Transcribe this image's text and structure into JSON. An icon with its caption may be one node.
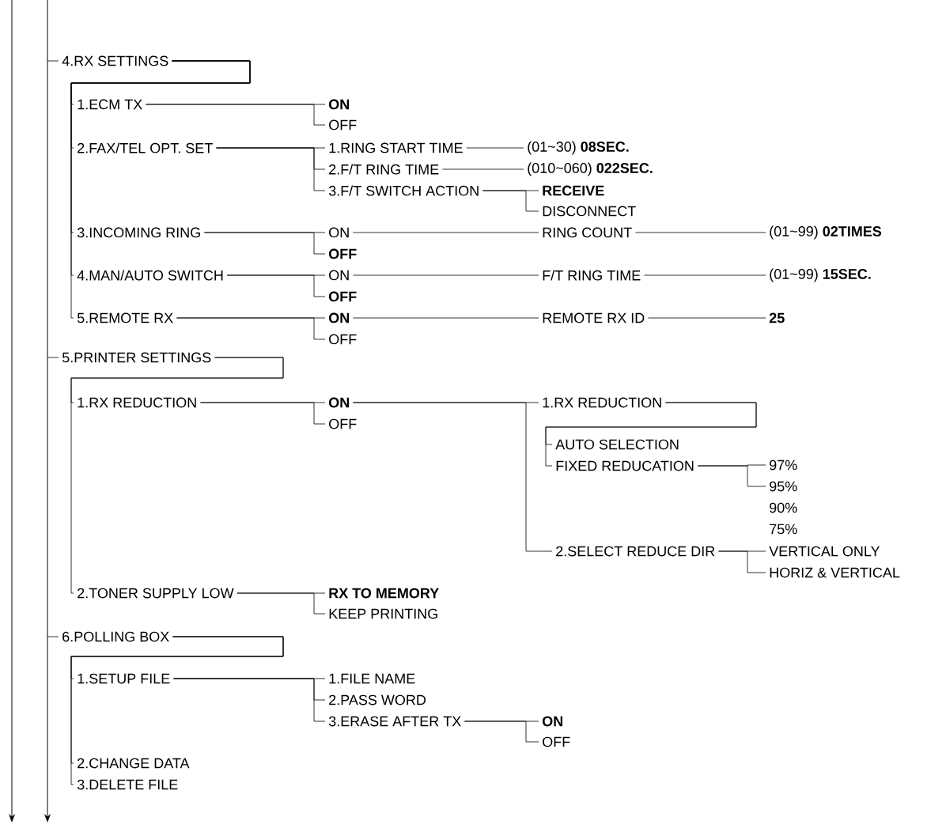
{
  "diagram": {
    "nodes": [
      {
        "text": [
          "4.RX SETTINGS"
        ]
      },
      {
        "text": [
          "1.ECM TX"
        ]
      },
      {
        "text": [
          "ON"
        ]
      },
      {
        "text": [
          "OFF"
        ]
      },
      {
        "text": [
          "2.FAX/TEL OPT. SET"
        ]
      },
      {
        "text": [
          "1.RING START TIME"
        ]
      },
      {
        "text": [
          "(01~30) **08SEC.**"
        ]
      },
      {
        "text": [
          "2.F/T RING TIME"
        ]
      },
      {
        "text": [
          "(010~060) **022SEC.**"
        ]
      },
      {
        "text": [
          "3.F/T SWITCH ACTION"
        ]
      },
      {
        "text": [
          "RECEIVE"
        ]
      },
      {
        "text": [
          "DISCONNECT"
        ]
      },
      {
        "text": [
          "3.INCOMING RING"
        ]
      },
      {
        "text": [
          "ON"
        ]
      },
      {
        "text": [
          "OFF"
        ]
      },
      {
        "text": [
          "RING COUNT"
        ]
      },
      {
        "text": [
          "(01~99) **02TIMES**"
        ]
      },
      {
        "text": [
          "4.MAN/AUTO SWITCH"
        ]
      },
      {
        "text": [
          "ON"
        ]
      },
      {
        "text": [
          "OFF"
        ]
      },
      {
        "text": [
          "F/T RING TIME"
        ]
      },
      {
        "text": [
          "(01~99) **15SEC.**"
        ]
      },
      {
        "text": [
          "5.REMOTE RX"
        ]
      },
      {
        "text": [
          "ON"
        ]
      },
      {
        "text": [
          "OFF"
        ]
      },
      {
        "text": [
          "REMOTE RX ID"
        ]
      },
      {
        "text": [
          "25"
        ]
      },
      {
        "text": [
          "5.PRINTER SETTINGS"
        ]
      },
      {
        "text": [
          "1.RX REDUCTION"
        ]
      },
      {
        "text": [
          "ON"
        ]
      },
      {
        "text": [
          "OFF"
        ]
      },
      {
        "text": [
          "1.RX REDUCTION"
        ]
      },
      {
        "text": [
          "AUTO SELECTION"
        ]
      },
      {
        "text": [
          "FIXED REDUCATION"
        ]
      },
      {
        "text": [
          "97%"
        ]
      },
      {
        "text": [
          "95%"
        ]
      },
      {
        "text": [
          "90%"
        ]
      },
      {
        "text": [
          "75%"
        ]
      },
      {
        "text": [
          "2.SELECT REDUCE DIR"
        ]
      },
      {
        "text": [
          "VERTICAL ONLY"
        ]
      },
      {
        "text": [
          "HORIZ & VERTICAL"
        ]
      },
      {
        "text": [
          "2.TONER SUPPLY LOW"
        ]
      },
      {
        "text": [
          "RX TO MEMORY"
        ]
      },
      {
        "text": [
          "KEEP PRINTING"
        ]
      },
      {
        "text": [
          "6.POLLING BOX"
        ]
      },
      {
        "text": [
          "1.SETUP FILE"
        ]
      },
      {
        "text": [
          "1.FILE NAME"
        ]
      },
      {
        "text": [
          "2.PASS WORD"
        ]
      },
      {
        "text": [
          "3.ERASE AFTER TX"
        ]
      },
      {
        "text": [
          "ON"
        ]
      },
      {
        "text": [
          "OFF"
        ]
      },
      {
        "text": [
          "2.CHANGE DATA"
        ]
      },
      {
        "text": [
          "3.DELETE FILE"
        ]
      }
    ],
    "edges": [
      {
        "from": null,
        "to": 0,
        "arrow": "none"
      },
      {
        "from": 0,
        "to": 1,
        "arrow": "none"
      },
      {
        "from": 0,
        "to": 4,
        "arrow": "none"
      },
      {
        "from": 0,
        "to": 12,
        "arrow": "none"
      },
      {
        "from": 0,
        "to": 17,
        "arrow": "none"
      },
      {
        "from": 0,
        "to": 22,
        "arrow": "none"
      },
      {
        "from": 1,
        "to": 2,
        "arrow": "none"
      },
      {
        "from": 1,
        "to": 3,
        "arrow": "none"
      },
      {
        "from": 4,
        "to": 5,
        "arrow": "none"
      },
      {
        "from": 4,
        "to": 7,
        "arrow": "none"
      },
      {
        "from": 4,
        "to": 9,
        "arrow": "none"
      },
      {
        "from": 5,
        "to": 6,
        "arrow": "none"
      },
      {
        "from": 7,
        "to": 8,
        "arrow": "none"
      },
      {
        "from": 9,
        "to": 10,
        "arrow": "none"
      },
      {
        "from": 9,
        "to": 11,
        "arrow": "none"
      },
      {
        "from": 12,
        "to": 13,
        "arrow": "none"
      },
      {
        "from": 12,
        "to": 14,
        "arrow": "none"
      },
      {
        "from": 13,
        "to": 15,
        "arrow": "none"
      },
      {
        "from": 15,
        "to": 16,
        "arrow": "none"
      },
      {
        "from": 17,
        "to": 18,
        "arrow": "none"
      },
      {
        "from": 17,
        "to": 19,
        "arrow": "none"
      },
      {
        "from": 18,
        "to": 20,
        "arrow": "none"
      },
      {
        "from": 20,
        "to": 21,
        "arrow": "none"
      },
      {
        "from": 22,
        "to": 23,
        "arrow": "none"
      },
      {
        "from": 22,
        "to": 24,
        "arrow": "none"
      },
      {
        "from": 23,
        "to": 25,
        "arrow": "none"
      },
      {
        "from": 25,
        "to": 26,
        "arrow": "none"
      },
      {
        "from": null,
        "to": 27,
        "arrow": "none"
      },
      {
        "from": 27,
        "to": 28,
        "arrow": "none"
      },
      {
        "from": 27,
        "to": 41,
        "arrow": "none"
      },
      {
        "from": 28,
        "to": 29,
        "arrow": "none"
      },
      {
        "from": 28,
        "to": 30,
        "arrow": "none"
      },
      {
        "from": 29,
        "to": 31,
        "arrow": "none"
      },
      {
        "from": 29,
        "to": 38,
        "arrow": "none"
      },
      {
        "from": 31,
        "to": 32,
        "arrow": "none"
      },
      {
        "from": 31,
        "to": 33,
        "arrow": "none"
      },
      {
        "from": 33,
        "to": 34,
        "arrow": "none"
      },
      {
        "from": 33,
        "to": 35,
        "arrow": "none"
      },
      {
        "from": 38,
        "to": 39,
        "arrow": "none"
      },
      {
        "from": 38,
        "to": 40,
        "arrow": "none"
      },
      {
        "from": 41,
        "to": 42,
        "arrow": "none"
      },
      {
        "from": 41,
        "to": 43,
        "arrow": "none"
      },
      {
        "from": null,
        "to": 44,
        "arrow": "none"
      },
      {
        "from": 44,
        "to": 45,
        "arrow": "none"
      },
      {
        "from": 44,
        "to": 51,
        "arrow": "none"
      },
      {
        "from": 44,
        "to": 52,
        "arrow": "none"
      },
      {
        "from": 45,
        "to": 46,
        "arrow": "none"
      },
      {
        "from": 45,
        "to": 47,
        "arrow": "none"
      },
      {
        "from": 45,
        "to": 48,
        "arrow": "none"
      },
      {
        "from": 48,
        "to": 49,
        "arrow": "none"
      },
      {
        "from": 48,
        "to": 50,
        "arrow": "none"
      }
    ]
  }
}
